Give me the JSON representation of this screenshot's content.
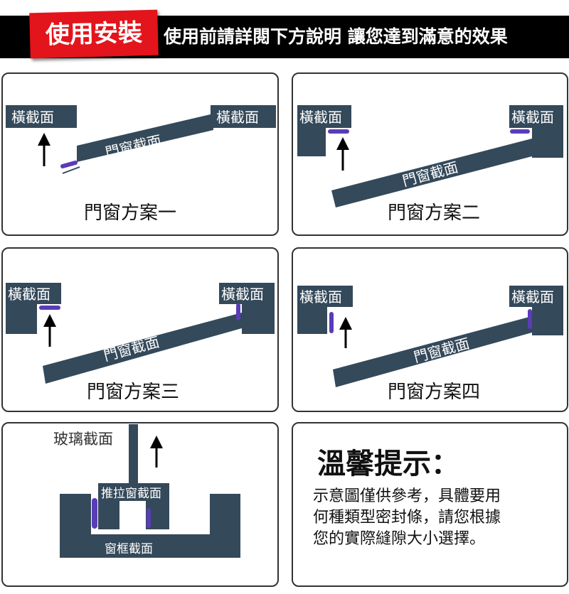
{
  "header": {
    "badge": "使用安裝",
    "subtitle": "使用前請詳閱下方說明  讓您達到滿意的效果"
  },
  "colors": {
    "frame": "#34495a",
    "seal": "#5a3cb8",
    "badge": "#e3141b"
  },
  "panels": [
    {
      "left_label": "橫截面",
      "right_label": "橫截面",
      "band_label": "門窗截面",
      "caption": "門窗方案一"
    },
    {
      "left_label": "橫截面",
      "right_label": "橫截面",
      "band_label": "門窗截面",
      "caption": "門窗方案二"
    },
    {
      "left_label": "橫截面",
      "right_label": "橫截面",
      "band_label": "門窗截面",
      "caption": "門窗方案三"
    },
    {
      "left_label": "橫截面",
      "right_label": "橫截面",
      "band_label": "門窗截面",
      "caption": "門窗方案四"
    }
  ],
  "sliding": {
    "glass_label": "玻璃截面",
    "sash_label": "推拉窗截面",
    "frame_label": "窗框截面"
  },
  "tips": {
    "title": "溫馨提示：",
    "lines": [
      "示意圖僅供參考，具體要用",
      "何種類型密封條，請您根據",
      "您的實際縫隙大小選擇。"
    ]
  }
}
